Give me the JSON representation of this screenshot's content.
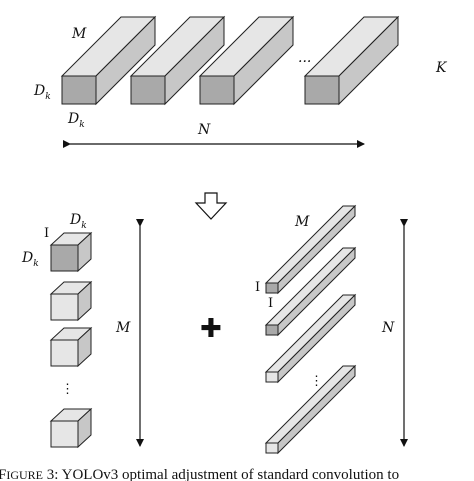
{
  "caption": {
    "prefix": "F",
    "smallcaps": "IGURE",
    "rest": " 3: YOLOv3 optimal adjustment of standard convolution to"
  },
  "standard_conv": {
    "label_m": "M",
    "label_dk_left": "D",
    "label_dk_bottom": "D",
    "subscript_k": "k",
    "ellipsis": "...",
    "label_k": "K",
    "label_n": "N"
  },
  "depthwise": {
    "label_i": "I",
    "label_dk_top": "D",
    "label_dk_left": "D",
    "subscript_k": "k",
    "ellipsis": "⋮",
    "label_m": "M"
  },
  "pointwise": {
    "label_m": "M",
    "label_i1": "I",
    "label_i2": "I",
    "ellipsis": "⋮",
    "label_n": "N"
  },
  "plus_symbol": "✚",
  "colors": {
    "face_front": "#a9a9a9",
    "face_top": "#e6e6e6",
    "face_side": "#c7c7c7",
    "stroke": "#222222"
  }
}
